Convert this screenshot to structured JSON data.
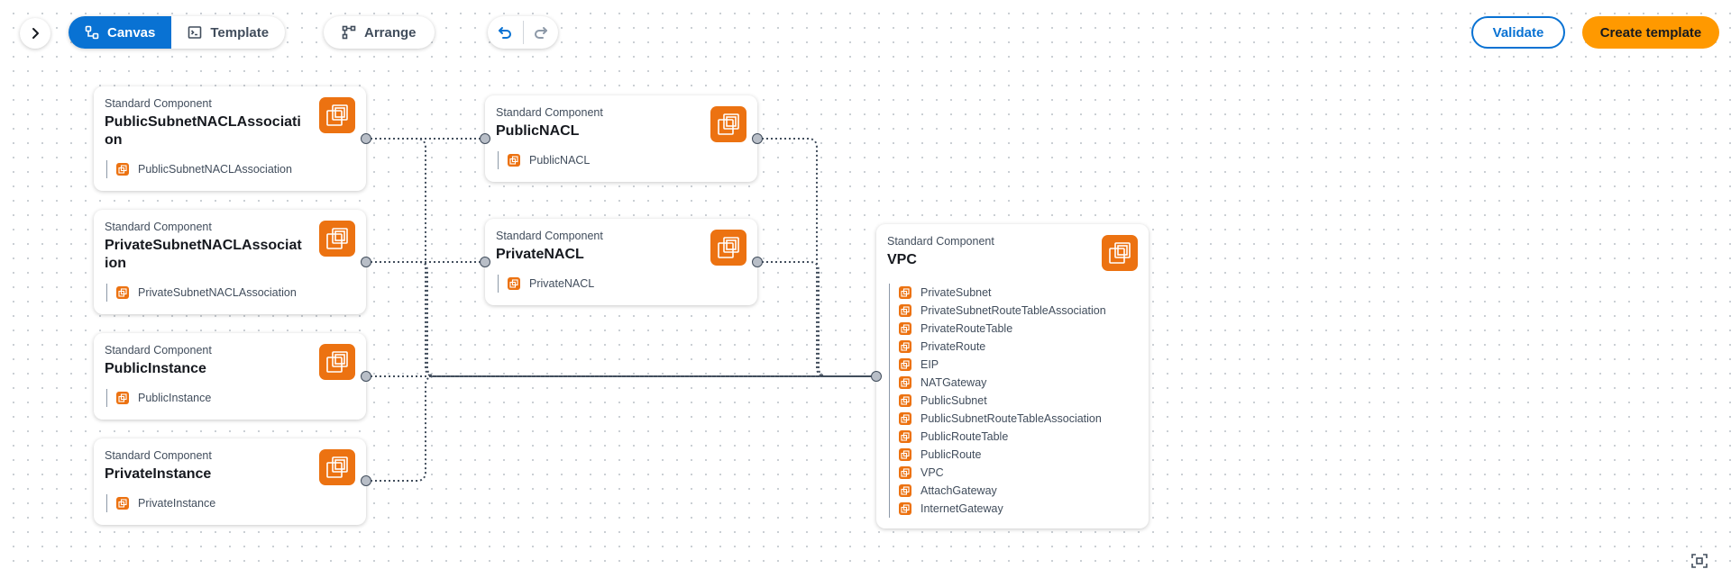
{
  "toolbar": {
    "view_options": [
      {
        "label": "Canvas",
        "icon": "diagram-icon",
        "active": true
      },
      {
        "label": "Template",
        "icon": "code-icon",
        "active": false
      }
    ],
    "arrange_label": "Arrange",
    "validate_label": "Validate",
    "create_label": "Create template"
  },
  "nodes": [
    {
      "subtitle": "Standard Component",
      "title": "PublicSubnetNACLAssociation",
      "resources": [
        "PublicSubnetNACLAssociation"
      ]
    },
    {
      "subtitle": "Standard Component",
      "title": "PrivateSubnetNACLAssociation",
      "resources": [
        "PrivateSubnetNACLAssociation"
      ]
    },
    {
      "subtitle": "Standard Component",
      "title": "PublicInstance",
      "resources": [
        "PublicInstance"
      ]
    },
    {
      "subtitle": "Standard Component",
      "title": "PrivateInstance",
      "resources": [
        "PrivateInstance"
      ]
    },
    {
      "subtitle": "Standard Component",
      "title": "PublicNACL",
      "resources": [
        "PublicNACL"
      ]
    },
    {
      "subtitle": "Standard Component",
      "title": "PrivateNACL",
      "resources": [
        "PrivateNACL"
      ]
    },
    {
      "subtitle": "Standard Component",
      "title": "VPC",
      "resources": [
        "PrivateSubnet",
        "PrivateSubnetRouteTableAssociation",
        "PrivateRouteTable",
        "PrivateRoute",
        "EIP",
        "NATGateway",
        "PublicSubnet",
        "PublicSubnetRouteTableAssociation",
        "PublicRouteTable",
        "PublicRoute",
        "VPC",
        "AttachGateway",
        "InternetGateway"
      ]
    }
  ],
  "colors": {
    "accent": "#0972d3",
    "primary_action": "#ff9900",
    "component_icon": "#ec7211"
  }
}
